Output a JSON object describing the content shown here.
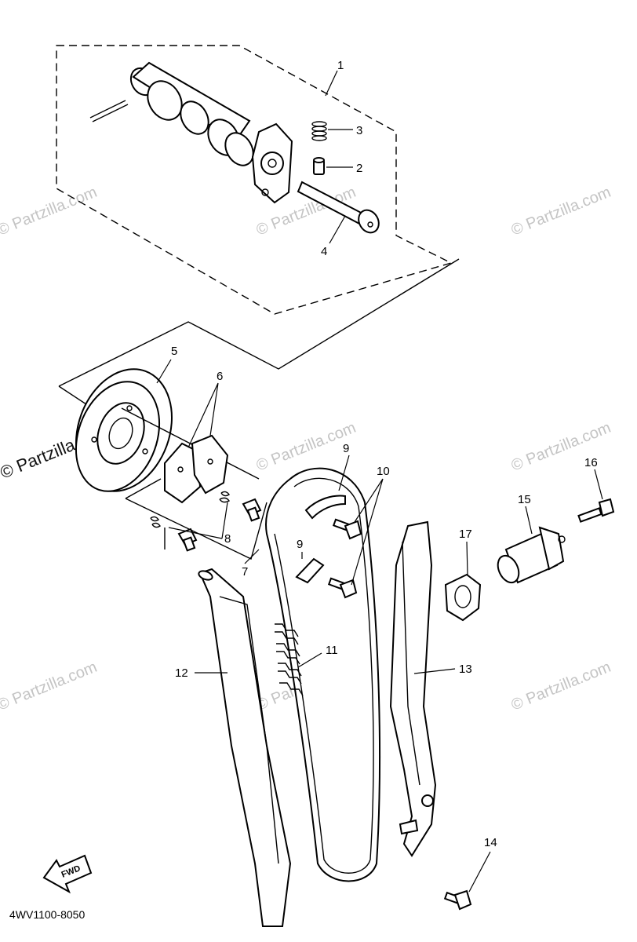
{
  "diagram": {
    "code": "4WV1100-8050",
    "fwd_label": "FWD",
    "watermark": "© Partzilla.com",
    "callouts": [
      {
        "id": "c1",
        "label": "1"
      },
      {
        "id": "c2",
        "label": "2"
      },
      {
        "id": "c3",
        "label": "3"
      },
      {
        "id": "c4",
        "label": "4"
      },
      {
        "id": "c5",
        "label": "5"
      },
      {
        "id": "c6",
        "label": "6"
      },
      {
        "id": "c7",
        "label": "7"
      },
      {
        "id": "c8",
        "label": "8"
      },
      {
        "id": "c9a",
        "label": "9"
      },
      {
        "id": "c9b",
        "label": "9"
      },
      {
        "id": "c10",
        "label": "10"
      },
      {
        "id": "c11",
        "label": "11"
      },
      {
        "id": "c12",
        "label": "12"
      },
      {
        "id": "c13",
        "label": "13"
      },
      {
        "id": "c14",
        "label": "14"
      },
      {
        "id": "c15",
        "label": "15"
      },
      {
        "id": "c16",
        "label": "16"
      },
      {
        "id": "c17",
        "label": "17"
      }
    ]
  }
}
